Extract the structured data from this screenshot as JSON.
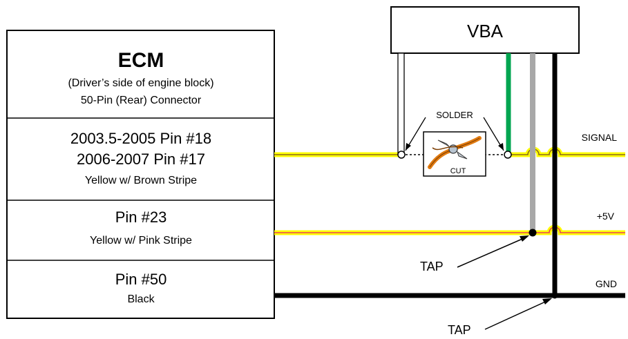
{
  "ecm": {
    "title": "ECM",
    "location": "(Driver’s side of engine block)",
    "connector": "50-Pin (Rear) Connector",
    "signal_pin_line1": "2003.5-2005 Pin #18",
    "signal_pin_line2": "2006-2007 Pin #17",
    "signal_color": "Yellow w/ Brown Stripe",
    "power_pin": "Pin #23",
    "power_color": "Yellow w/ Pink Stripe",
    "ground_pin": "Pin #50",
    "ground_color": "Black"
  },
  "vba": {
    "label": "VBA"
  },
  "annotations": {
    "solder": "SOLDER",
    "cut": "CUT",
    "tap_upper": "TAP",
    "tap_lower": "TAP"
  },
  "wires": {
    "signal": "SIGNAL",
    "power": "+5V",
    "ground": "GND"
  },
  "colors": {
    "yellow": "#ffff00",
    "brown_stripe": "#8b6a1a",
    "pink_stripe": "#e8405a",
    "green": "#00a550",
    "gray": "#a8a8a8",
    "black": "#000000"
  }
}
